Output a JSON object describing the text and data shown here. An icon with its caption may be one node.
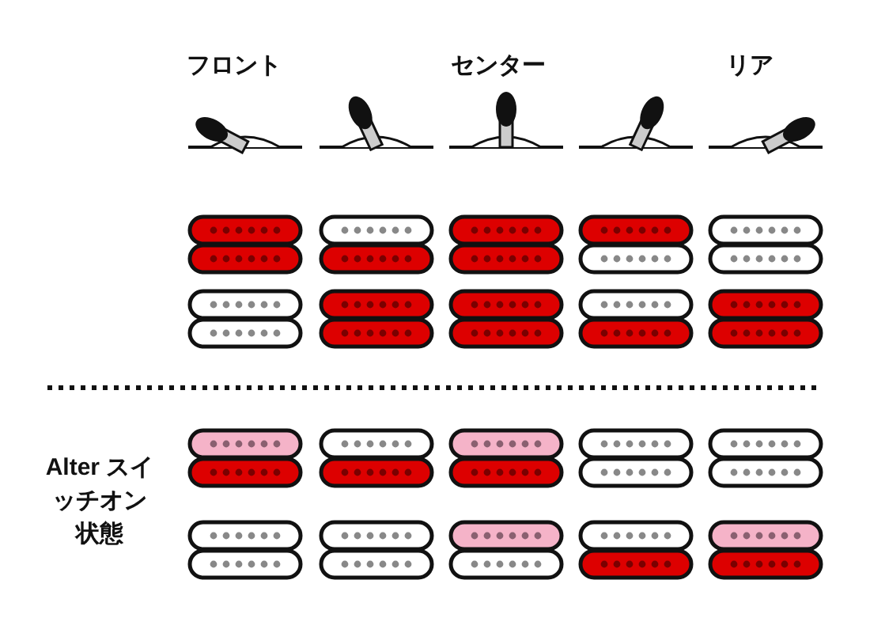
{
  "diagram": {
    "labels": [
      "フロント",
      "センター",
      "リア",
      "Alter スイッチオン状態"
    ]
  }
}
